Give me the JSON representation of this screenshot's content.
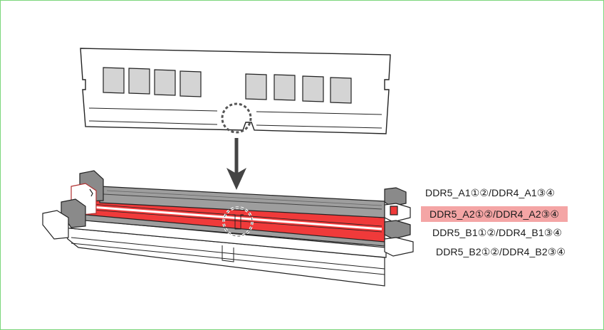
{
  "diagram": {
    "slots": [
      {
        "id": "a1",
        "label": "DDR5_A1①②/DDR4_A1③④",
        "highlighted": false
      },
      {
        "id": "a2",
        "label": "DDR5_A2①②/DDR4_A2③④",
        "highlighted": true
      },
      {
        "id": "b1",
        "label": "DDR5_B1①②/DDR4_B1③④",
        "highlighted": false
      },
      {
        "id": "b2",
        "label": "DDR5_B2①②/DDR4_B2③④",
        "highlighted": false
      }
    ],
    "colors": {
      "highlight_slot": "#f03a3a",
      "highlight_label_bg": "#f4a5a5",
      "slot_gray": "#9e9e9e",
      "chip_gray": "#d4d4d4",
      "arrow": "#444444",
      "frame_border": "#7bd67b"
    },
    "icons": [
      "memory-module-icon",
      "down-arrow-icon",
      "notch-callout-circle"
    ]
  }
}
